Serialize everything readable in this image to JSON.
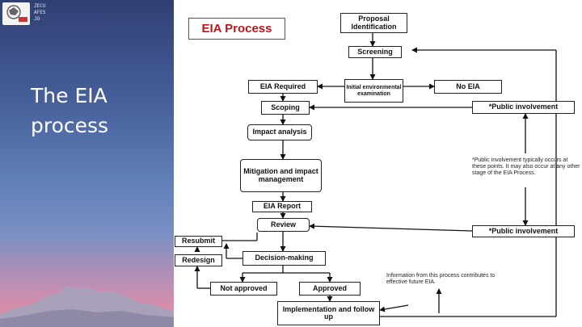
{
  "slide": {
    "title_line1": "The EIA",
    "title_line2": "process",
    "logo_text": "ZECU\nAFES\nJO"
  },
  "diagram": {
    "header": "EIA Process",
    "nodes": {
      "proposal": "Proposal Identification",
      "screening": "Screening",
      "eia_required": "EIA Required",
      "initial_exam": "Initial environmental examination",
      "no_eia": "No EIA",
      "scoping": "Scoping",
      "public_involvement_1": "*Public involvement",
      "impact_analysis": "Impact analysis",
      "mitigation": "Mitigation and impact management",
      "eia_report": "EIA Report",
      "review": "Review",
      "public_involvement_2": "*Public involvement",
      "resubmit": "Resubmit",
      "redesign": "Redesign",
      "decision": "Decision-making",
      "not_approved": "Not approved",
      "approved": "Approved",
      "implementation": "Implementation and follow up"
    },
    "notes": {
      "public_note": "*Public involvement typically occurs at these points. It may also occur at any other stage of the EIA Process.",
      "info_note": "Information from this process contributes to effective future EIA."
    }
  }
}
